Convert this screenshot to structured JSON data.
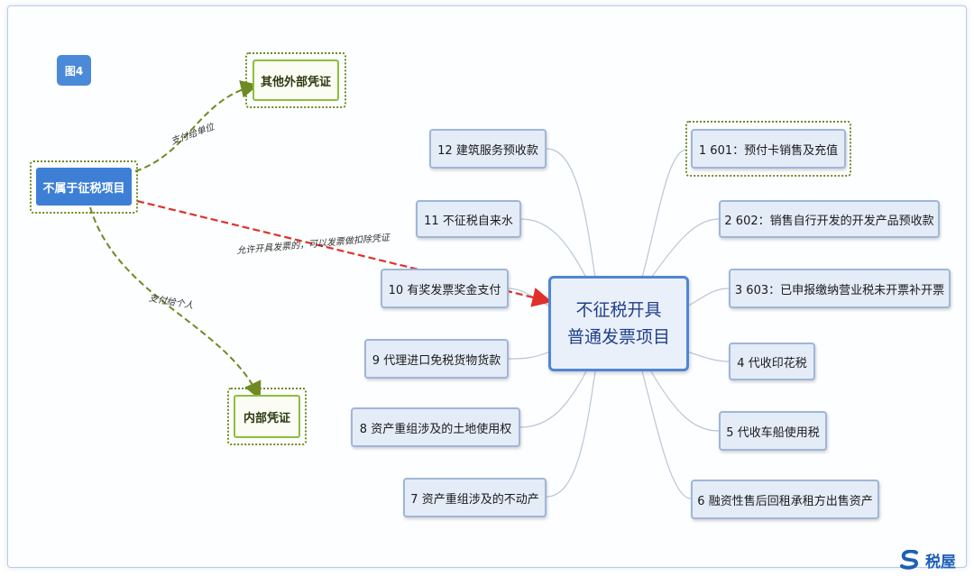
{
  "figure_tag": "图4",
  "center": {
    "line1": "不征税开具",
    "line2": "普通发票项目"
  },
  "right_items": [
    "1 601：预付卡销售及充值",
    "2 602：销售自行开发的开发产品预收款",
    "3 603：已申报缴纳营业税未开票补开票",
    "4 代收印花税",
    "5 代收车船使用税",
    "6 融资性售后回租承租方出售资产"
  ],
  "left_items": [
    "12 建筑服务预收款",
    "11 不征税自来水",
    "10 有奖发票奖金支付",
    "9 代理进口免税货物货款",
    "8 资产重组涉及的土地使用权",
    "7 资产重组涉及的不动产"
  ],
  "side": {
    "main": "不属于征税项目",
    "external": "其他外部凭证",
    "internal": "内部凭证",
    "label_external": "支付给单位",
    "label_internal": "支付给个人",
    "label_center": "允许开具发票的，可以发票做扣除凭证"
  },
  "logo": {
    "icon": "s-logo-icon",
    "text": "税屋"
  },
  "colors": {
    "center_border": "#4f86d4",
    "leaf_fill": "#e4ecf8",
    "main_fill": "#3e7fd6",
    "green_border": "#8bbf3a",
    "red_arrow": "#e0302a",
    "green_arrow": "#6f8a23"
  }
}
